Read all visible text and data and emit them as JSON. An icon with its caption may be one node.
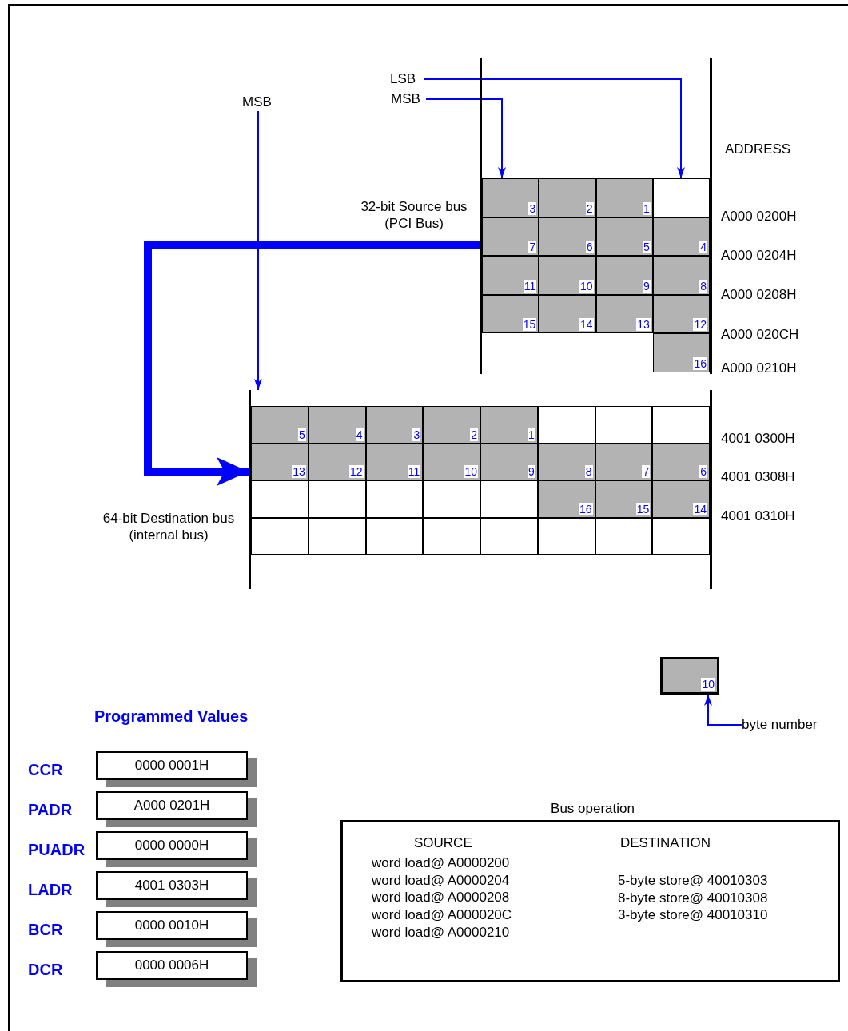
{
  "diagram": {
    "nodes": [
      {
        "text": [
          "LSB"
        ]
      },
      {
        "text": [
          "MSB"
        ]
      },
      {
        "text": [
          "MSB"
        ]
      },
      {
        "text": [
          "32-bit Source bus (PCI Bus)"
        ]
      },
      {
        "text": [
          "3"
        ],
        "in": 3
      },
      {
        "text": [
          "2"
        ],
        "in": 3
      },
      {
        "text": [
          "1"
        ],
        "in": 3
      },
      {
        "text": [],
        "shape": "box",
        "in": 3
      },
      {
        "text": [
          "7"
        ],
        "in": 3
      },
      {
        "text": [
          "6"
        ],
        "in": 3
      },
      {
        "text": [
          "5"
        ],
        "in": 3
      },
      {
        "text": [
          "4"
        ],
        "in": 3
      },
      {
        "text": [
          "11"
        ],
        "in": 3
      },
      {
        "text": [
          "10"
        ],
        "in": 3
      },
      {
        "text": [
          "9"
        ],
        "in": 3
      },
      {
        "text": [
          "8"
        ],
        "in": 3
      },
      {
        "text": [
          "15"
        ],
        "in": 3
      },
      {
        "text": [
          "14"
        ],
        "in": 3
      },
      {
        "text": [
          "13"
        ],
        "in": 3
      },
      {
        "text": [
          "12"
        ],
        "in": 3
      },
      {
        "text": [
          "16"
        ],
        "in": 3
      },
      {
        "text": [
          "64-bit Destination bus (internal bus)"
        ]
      },
      {
        "text": [
          "5"
        ],
        "in": 21
      },
      {
        "text": [
          "4"
        ],
        "in": 21
      },
      {
        "text": [
          "3"
        ],
        "in": 21
      },
      {
        "text": [
          "2"
        ],
        "in": 21
      },
      {
        "text": [
          "1"
        ],
        "in": 21
      },
      {
        "text": [],
        "shape": "box",
        "in": 21
      },
      {
        "text": [],
        "shape": "box",
        "in": 21
      },
      {
        "text": [],
        "shape": "box",
        "in": 21
      },
      {
        "text": [
          "13"
        ],
        "in": 21
      },
      {
        "text": [
          "12"
        ],
        "in": 21
      },
      {
        "text": [
          "11"
        ],
        "in": 21
      },
      {
        "text": [
          "10"
        ],
        "in": 21
      },
      {
        "text": [
          "9"
        ],
        "in": 21
      },
      {
        "text": [
          "8"
        ],
        "in": 21
      },
      {
        "text": [
          "7"
        ],
        "in": 21
      },
      {
        "text": [
          "6"
        ],
        "in": 21
      },
      {
        "text": [],
        "shape": "box",
        "in": 21
      },
      {
        "text": [],
        "shape": "box",
        "in": 21
      },
      {
        "text": [],
        "shape": "box",
        "in": 21
      },
      {
        "text": [],
        "shape": "box",
        "in": 21
      },
      {
        "text": [],
        "shape": "box",
        "in": 21
      },
      {
        "text": [
          "16"
        ],
        "in": 21
      },
      {
        "text": [
          "15"
        ],
        "in": 21
      },
      {
        "text": [
          "14"
        ],
        "in": 21
      },
      {
        "text": [],
        "shape": "box",
        "in": 21
      },
      {
        "text": [],
        "shape": "box",
        "in": 21
      },
      {
        "text": [],
        "shape": "box",
        "in": 21
      },
      {
        "text": [],
        "shape": "box",
        "in": 21
      },
      {
        "text": [],
        "shape": "box",
        "in": 21
      },
      {
        "text": [],
        "shape": "box",
        "in": 21
      },
      {
        "text": [],
        "shape": "box",
        "in": 21
      },
      {
        "text": [],
        "shape": "box",
        "in": 21
      },
      {
        "text": [
          "10"
        ]
      },
      {
        "text": [
          "byte number"
        ]
      },
      {
        "text": [
          "0000 0001H"
        ],
        "beside": [
          "CCR"
        ]
      },
      {
        "text": [
          "A000 0201H"
        ],
        "beside": [
          "PADR"
        ]
      },
      {
        "text": [
          "0000 0000H"
        ],
        "beside": [
          "PUADR"
        ]
      },
      {
        "text": [
          "4001 0303H"
        ],
        "beside": [
          "LADR"
        ]
      },
      {
        "text": [
          "0000 0010H"
        ],
        "beside": [
          "BCR"
        ]
      },
      {
        "text": [
          "0000 0006H"
        ],
        "beside": [
          "DCR"
        ]
      },
      {
        "text": [
          "Bus operation",
          "SOURCE",
          "word load@ A0000200",
          "word load@ A0000204",
          "word load@ A0000208",
          "word load@ A000020C",
          "word load@ A0000210",
          "DESTINATION",
          "5-byte store@ 40010303",
          "8-byte store@ 40010308",
          "3-byte store@ 40010310"
        ]
      }
    ],
    "edges": [
      {
        "from": 0,
        "to": 7,
        "arrow": "to"
      },
      {
        "from": 1,
        "to": 4,
        "arrow": "to"
      },
      {
        "from": 2,
        "to": 21,
        "arrow": "to"
      },
      {
        "from": 3,
        "to": 21,
        "arrow": "to",
        "style": "thick"
      },
      {
        "from": 55,
        "to": 54,
        "arrow": "to"
      }
    ],
    "labels": [
      "ADDRESS",
      "A000 0200H",
      "A000 0204H",
      "A000 0208H",
      "A000 020CH",
      "A000 0210H",
      "4001 0300H",
      "4001 0308H",
      "4001 0310H",
      "Programmed Values"
    ]
  }
}
